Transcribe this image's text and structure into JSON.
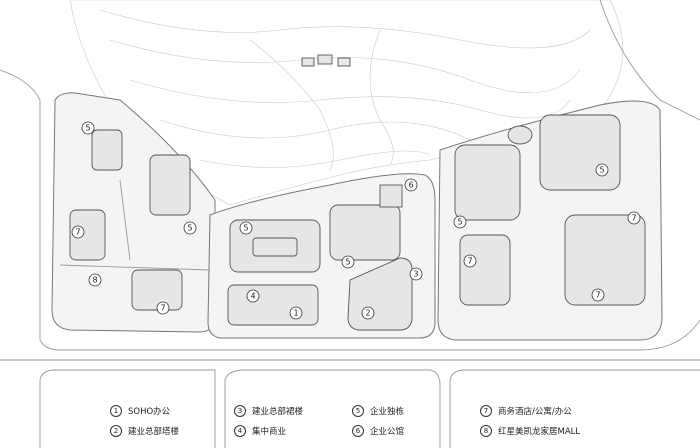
{
  "markers": [
    "5",
    "5",
    "7",
    "8",
    "7",
    "6",
    "5",
    "5",
    "3",
    "4",
    "1",
    "2",
    "5",
    "5",
    "7",
    "7",
    "7"
  ],
  "legend": [
    {
      "num": "1",
      "label": "SOHO办公"
    },
    {
      "num": "2",
      "label": "建业总部塔楼"
    },
    {
      "num": "3",
      "label": "建业总部裙楼"
    },
    {
      "num": "4",
      "label": "集中商业"
    },
    {
      "num": "5",
      "label": "企业独栋"
    },
    {
      "num": "6",
      "label": "企业公馆"
    },
    {
      "num": "7",
      "label": "商务酒店/公寓/办公"
    },
    {
      "num": "8",
      "label": "红星美凯龙家居MALL"
    }
  ]
}
